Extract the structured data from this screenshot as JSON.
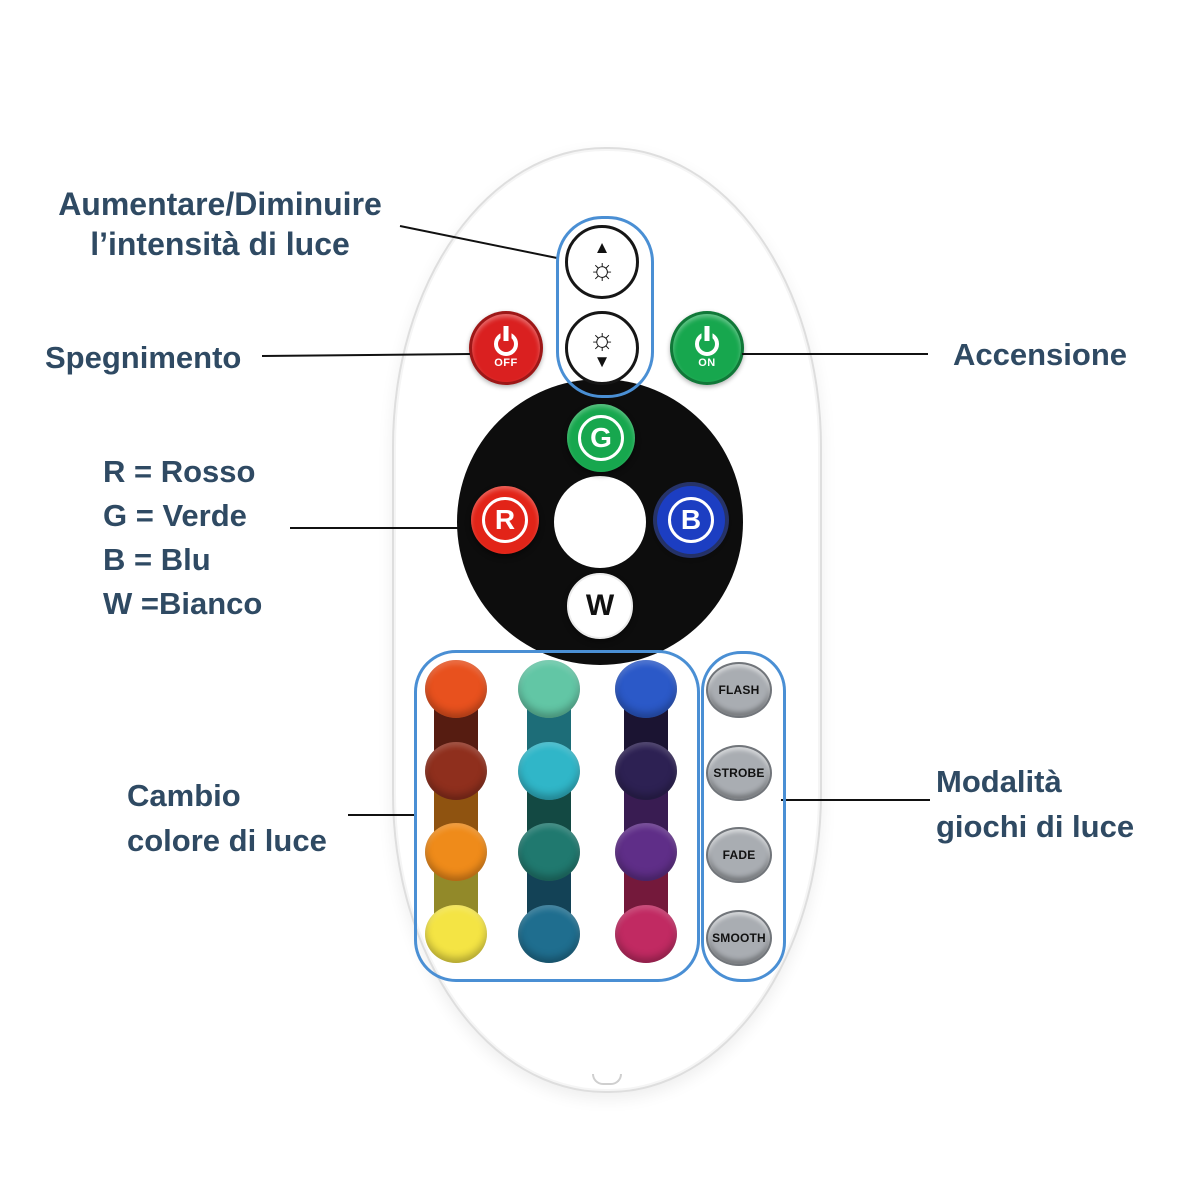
{
  "annotations": {
    "brightness_label_line1": "Aumentare/Diminuire",
    "brightness_label_line2": "l’intensità di luce",
    "off_label": "Spegnimento",
    "on_label": "Accensione",
    "rgbw_legend": [
      "R = Rosso",
      "G = Verde",
      "B = Blu",
      "W =Bianco"
    ],
    "color_change_line1": "Cambio",
    "color_change_line2": "colore di luce",
    "modes_line1": "Modalità",
    "modes_line2": "giochi di luce",
    "label_color": "#2f4a63",
    "callout_color": "#4a8fd4"
  },
  "glyphs": {
    "sun": "☼",
    "arrow_up": "▲",
    "arrow_down": "▼"
  },
  "remote": {
    "off_button": {
      "label": "OFF",
      "color": "#da2020"
    },
    "on_button": {
      "label": "ON",
      "color": "#17a74e"
    },
    "rgbw": [
      {
        "label": "G",
        "color": "#17a74e"
      },
      {
        "label": "R",
        "color": "#e22418"
      },
      {
        "label": "B",
        "color": "#1c3ec2"
      },
      {
        "label": "W",
        "color": "#ffffff"
      }
    ],
    "color_grid": [
      [
        "#e8511e",
        "#62c6a5",
        "#2b59c8"
      ],
      [
        "#8f2f1d",
        "#30b6c8",
        "#2d2153"
      ],
      [
        "#ef8b1a",
        "#20796f",
        "#5f2e88"
      ],
      [
        "#f4e444",
        "#1f6e8f",
        "#c12a62"
      ]
    ],
    "mode_buttons": [
      "FLASH",
      "STROBE",
      "FADE",
      "SMOOTH"
    ],
    "mode_color": "#a9adb2"
  }
}
